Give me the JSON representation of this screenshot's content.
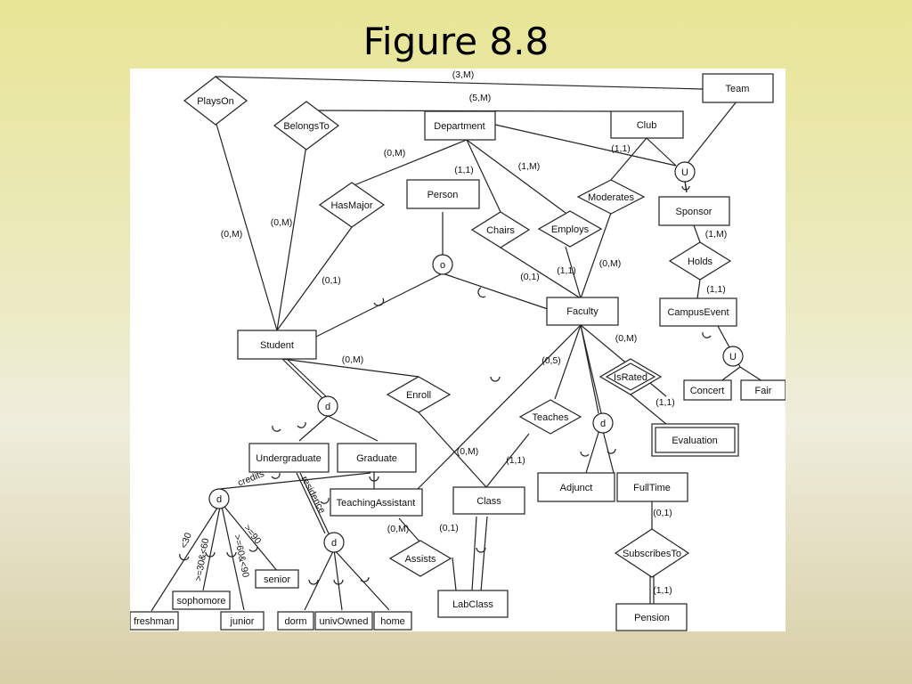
{
  "slide": {
    "title": "Figure 8.8"
  },
  "entities": {
    "team": "Team",
    "club": "Club",
    "department": "Department",
    "person": "Person",
    "sponsor": "Sponsor",
    "faculty": "Faculty",
    "campus_event": "CampusEvent",
    "student": "Student",
    "concert": "Concert",
    "fair": "Fair",
    "evaluation": "Evaluation",
    "undergraduate": "Undergraduate",
    "graduate": "Graduate",
    "teaching_assistant": "TeachingAssistant",
    "class": "Class",
    "adjunct": "Adjunct",
    "full_time": "FullTime",
    "senior": "senior",
    "sophomore": "sophomore",
    "freshman": "freshman",
    "junior": "junior",
    "dorm": "dorm",
    "univ_owned": "univOwned",
    "home": "home",
    "lab_class": "LabClass",
    "pension": "Pension"
  },
  "relationships": {
    "plays_on": "PlaysOn",
    "belongs_to": "BelongsTo",
    "has_major": "HasMajor",
    "chairs": "Chairs",
    "employs": "Employs",
    "moderates": "Moderates",
    "holds": "Holds",
    "is_rated": "IsRated",
    "enroll": "Enroll",
    "teaches": "Teaches",
    "assists": "Assists",
    "subscribes_to": "SubscribesTo"
  },
  "specialization_symbols": {
    "person_overlap": "o",
    "sponsor_union": "U",
    "event_union": "U",
    "student_disjoint": "d",
    "faculty_disjoint": "d",
    "undergrad_credits": "d",
    "undergrad_residence": "d"
  },
  "cardinalities": {
    "team_playson": "(3,M)",
    "team_belongsto": "(5,M)",
    "student_playson": "(0,M)",
    "student_belongsto": "(0,M)",
    "dept_hasmajor": "(0,M)",
    "student_hasmajor": "(0,1)",
    "dept_chairs": "(1,1)",
    "dept_employs": "(1,M)",
    "club_moderates": "(1,1)",
    "faculty_chairs": "(0,1)",
    "faculty_employs": "(1,1)",
    "faculty_moderates": "(0,M)",
    "sponsor_holds": "(1,M)",
    "event_holds": "(1,1)",
    "faculty_israted": "(0,M)",
    "evaluation_israted": "(1,1)",
    "student_enroll": "(0,M)",
    "class_enroll": "(0,M)",
    "faculty_teaches": "(0,5)",
    "class_teaches": "(1,1)",
    "ta_assists": "(0,M)",
    "class_assists": "(0,1)",
    "fulltime_subscribes": "(0,1)",
    "pension_subscribes": "(1,1)"
  },
  "attribute_labels": {
    "credits": "credits",
    "residence": "residence",
    "freshman_pred": "<30",
    "sophomore_pred": ">=30&<60",
    "junior_pred": ">=60&<90",
    "senior_pred": ">=90"
  }
}
